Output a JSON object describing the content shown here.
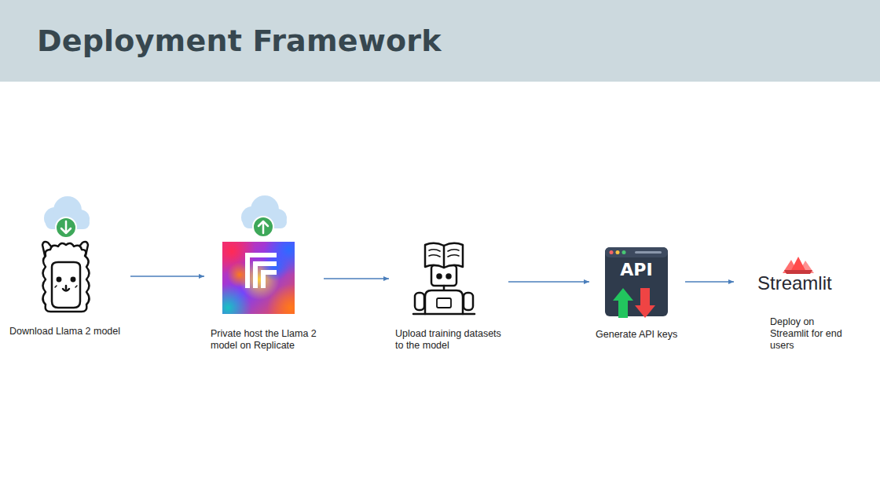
{
  "diagram": {
    "title": "Deployment Framework",
    "nodes": [
      {
        "text": [
          "Download Llama 2 model"
        ]
      },
      {
        "text": [
          "Private host the Llama 2 model on Replicate"
        ]
      },
      {
        "text": [
          "Upload training datasets to the model"
        ]
      },
      {
        "text": [
          "API",
          "Generate API keys"
        ]
      },
      {
        "text": [
          "Streamlit",
          "Deploy on Streamlit for end users"
        ]
      }
    ],
    "edges": [
      {
        "from": 0,
        "to": 1,
        "arrow": "to"
      },
      {
        "from": 1,
        "to": 2,
        "arrow": "to"
      },
      {
        "from": 2,
        "to": 3,
        "arrow": "to"
      },
      {
        "from": 3,
        "to": 4,
        "arrow": "to"
      }
    ]
  }
}
